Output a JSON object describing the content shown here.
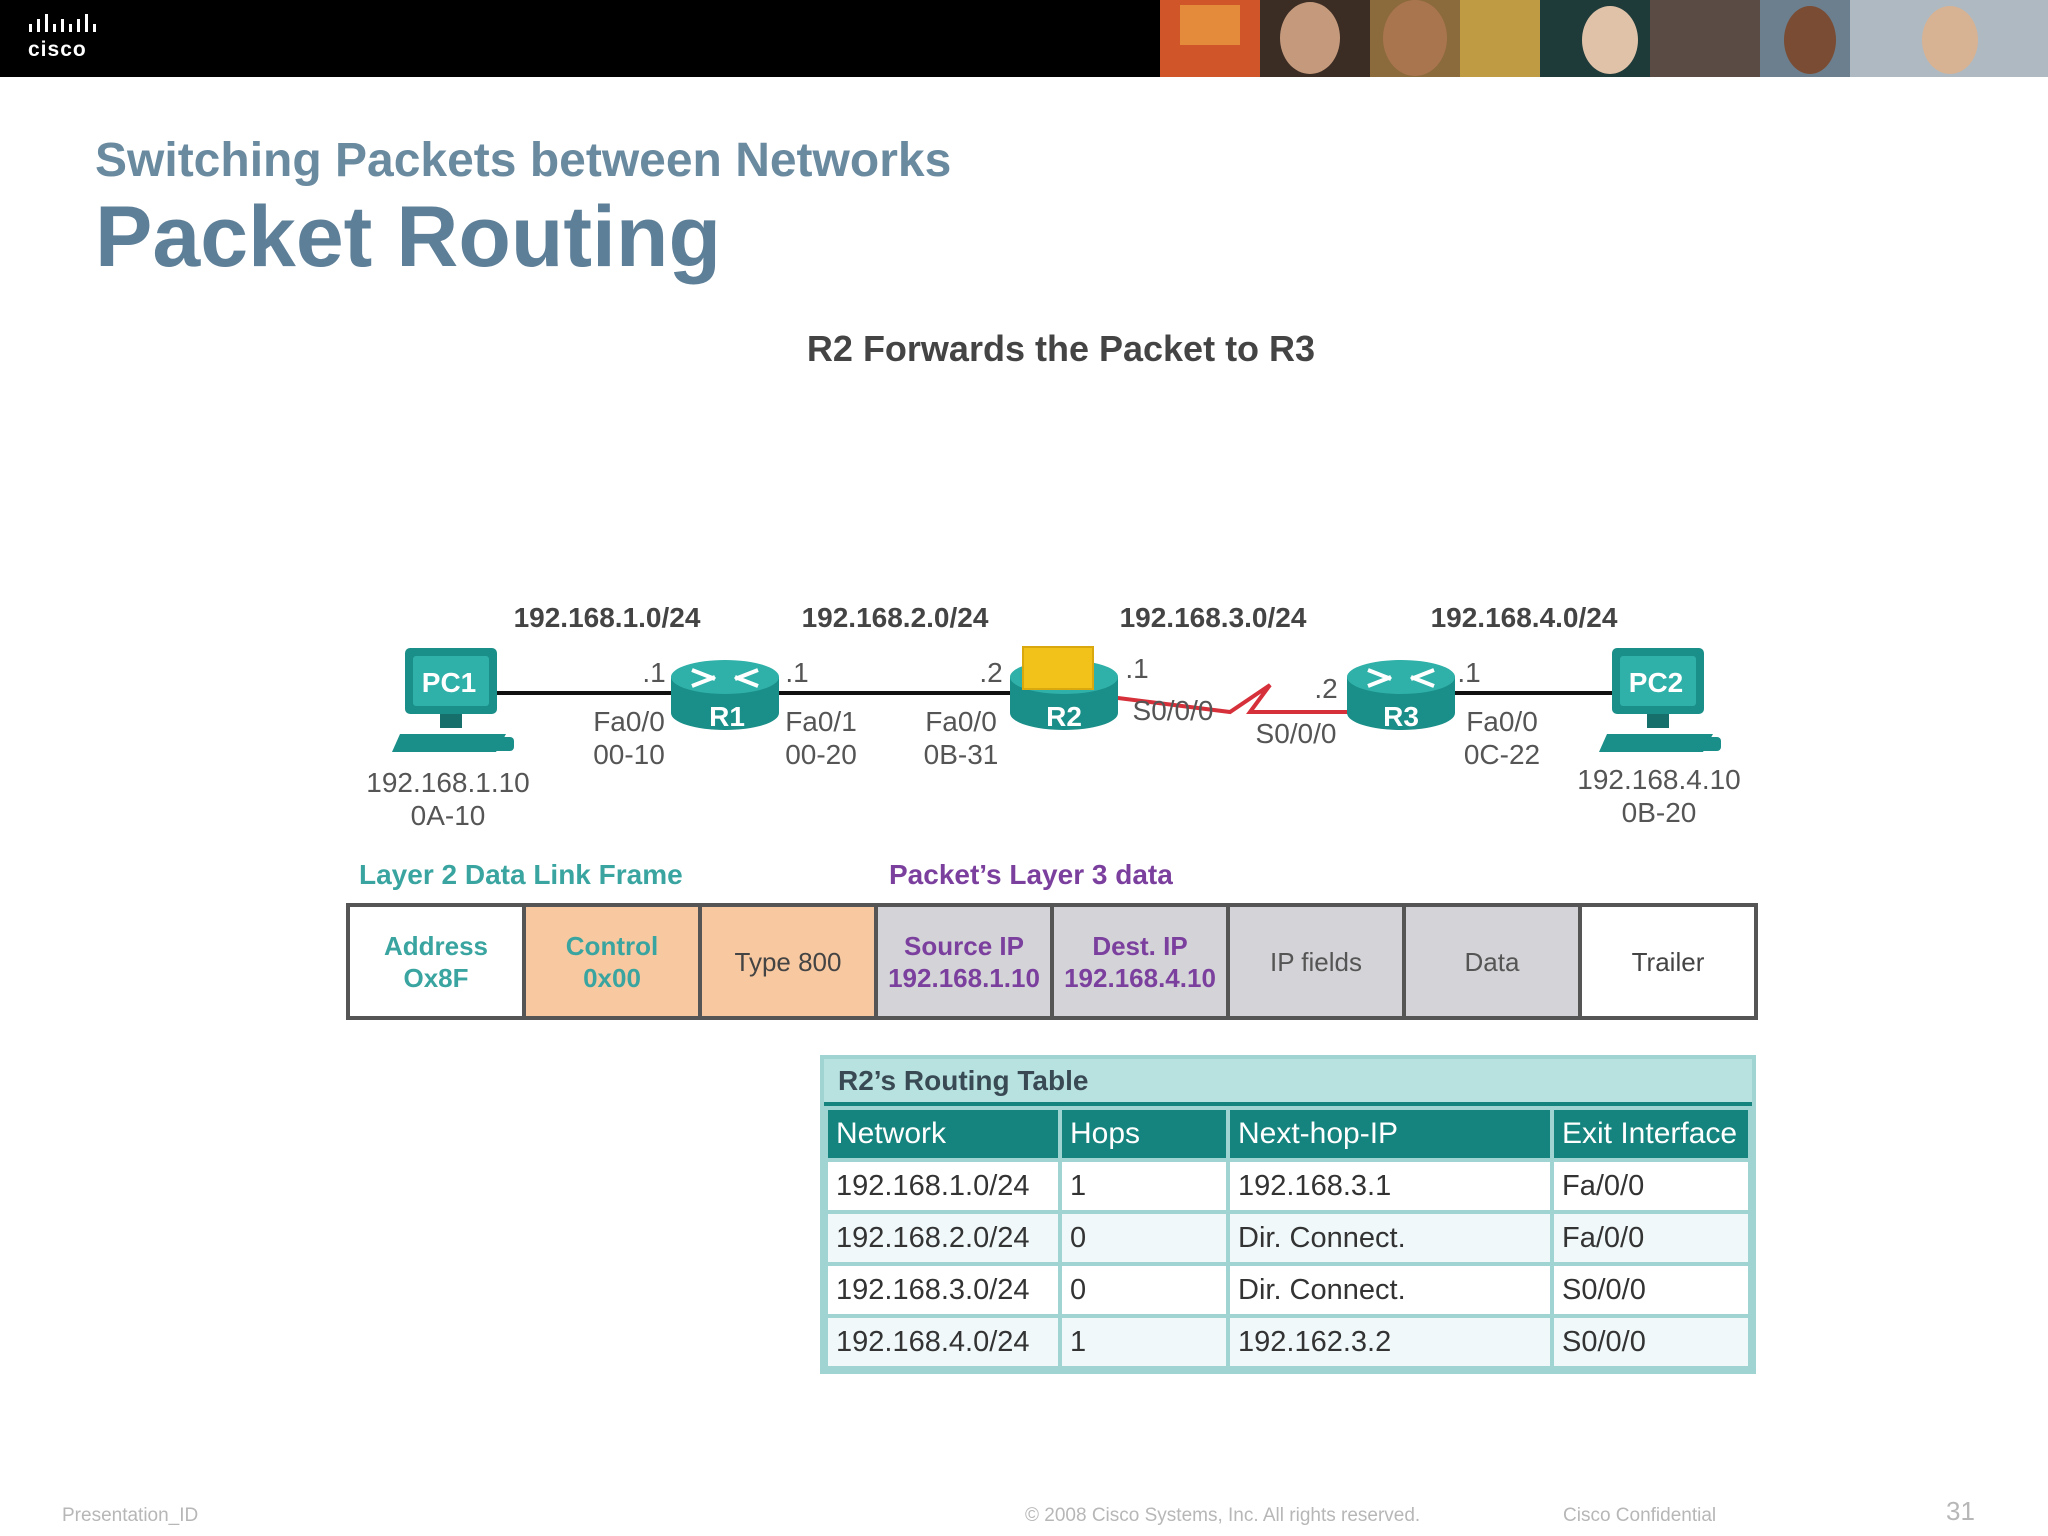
{
  "header": {
    "logo_text": "cisco",
    "photos": [
      "person-photo-1",
      "person-photo-2",
      "person-photo-3",
      "person-photo-4",
      "person-photo-5",
      "person-photo-6",
      "person-photo-7",
      "person-photo-8"
    ]
  },
  "slide": {
    "subtitle": "Switching Packets between Networks",
    "title": "Packet Routing"
  },
  "diagram": {
    "heading": "R2 Forwards the Packet to R3",
    "networks": [
      "192.168.1.0/24",
      "192.168.2.0/24",
      "192.168.3.0/24",
      "192.168.4.0/24"
    ],
    "devices": {
      "pc1": {
        "name": "PC1",
        "ip": "192.168.1.10",
        "mac": "0A-10"
      },
      "r1": {
        "name": "R1"
      },
      "r2": {
        "name": "R2"
      },
      "r3": {
        "name": "R3"
      },
      "pc2": {
        "name": "PC2",
        "ip": "192.168.4.10",
        "mac": "0B-20"
      }
    },
    "interfaces": {
      "r1_left": {
        "host": ".1",
        "name": "Fa0/0",
        "mac": "00-10"
      },
      "r1_right": {
        "host": ".1",
        "name": "Fa0/1",
        "mac": "00-20"
      },
      "r2_left": {
        "host": ".2",
        "name": "Fa0/0",
        "mac": "0B-31"
      },
      "r2_right": {
        "host": ".1",
        "name": "S0/0/0"
      },
      "r3_left": {
        "host": ".2",
        "name": "S0/0/0"
      },
      "r3_right": {
        "host": ".1",
        "name": "Fa0/0",
        "mac": "0C-22"
      }
    },
    "frame": {
      "l2_label": "Layer 2 Data Link Frame",
      "l3_label": "Packet’s Layer 3 data",
      "fields": [
        {
          "line1": "Address",
          "line2": "Ox8F",
          "color": "#ffffff",
          "text_color": "#3aa5a0"
        },
        {
          "line1": "Control",
          "line2": "0x00",
          "color": "#f8c9a0",
          "text_color": "#3aa5a0"
        },
        {
          "line1": "Type 800",
          "line2": "",
          "color": "#f8c9a0",
          "text_color": "#444444"
        },
        {
          "line1": "Source IP",
          "line2": "192.168.1.10",
          "color": "#d4d4d8",
          "text_color": "#7b3f9e"
        },
        {
          "line1": "Dest. IP",
          "line2": "192.168.4.10",
          "color": "#d4d4d8",
          "text_color": "#7b3f9e"
        },
        {
          "line1": "IP fields",
          "line2": "",
          "color": "#d4d4d8",
          "text_color": "#555555"
        },
        {
          "line1": "Data",
          "line2": "",
          "color": "#d4d4d8",
          "text_color": "#555555"
        },
        {
          "line1": "Trailer",
          "line2": "",
          "color": "#ffffff",
          "text_color": "#444444"
        }
      ]
    },
    "routing_table": {
      "title": "R2’s Routing Table",
      "headers": [
        "Network",
        "Hops",
        "Next-hop-IP",
        "Exit Interface"
      ],
      "rows": [
        [
          "192.168.1.0/24",
          "1",
          "192.168.3.1",
          "Fa/0/0"
        ],
        [
          "192.168.2.0/24",
          "0",
          "Dir. Connect.",
          "Fa/0/0"
        ],
        [
          "192.168.3.0/24",
          "0",
          "Dir. Connect.",
          "S0/0/0"
        ],
        [
          "192.168.4.0/24",
          "1",
          "192.162.3.2",
          "S0/0/0"
        ]
      ]
    }
  },
  "footer": {
    "presentation_id": "Presentation_ID",
    "copyright": "© 2008 Cisco Systems, Inc. All rights reserved.",
    "confidential": "Cisco Confidential",
    "page_number": "31"
  },
  "colors": {
    "teal": "#16847e",
    "router_teal": "#1a8e88",
    "purple": "#7b3f9e",
    "serial_red": "#d6303a",
    "packet_yellow": "#f2c21b"
  }
}
